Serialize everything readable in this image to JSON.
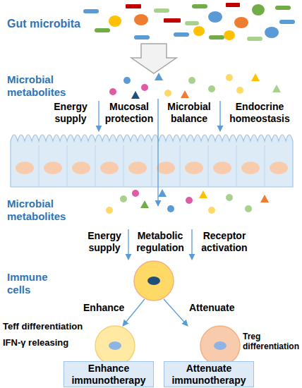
{
  "diagram": {
    "nodes": [
      {
        "text": [
          "Enhance immunotherapy"
        ]
      },
      {
        "text": [
          "Attenuate immunotherapy"
        ]
      }
    ],
    "labels": [
      "Gut microbita",
      "Microbial metabolites",
      "Energy supply",
      "Mucosal protection",
      "Microbial balance",
      "Endocrine homeostasis",
      "Microbial metabolites",
      "Energy supply",
      "Metabolic regulation",
      "Receptor activation",
      "Immune cells",
      "Enhance",
      "Attenuate",
      "Teff differentiation",
      "IFN-γ releasing",
      "Treg differentiation"
    ]
  }
}
